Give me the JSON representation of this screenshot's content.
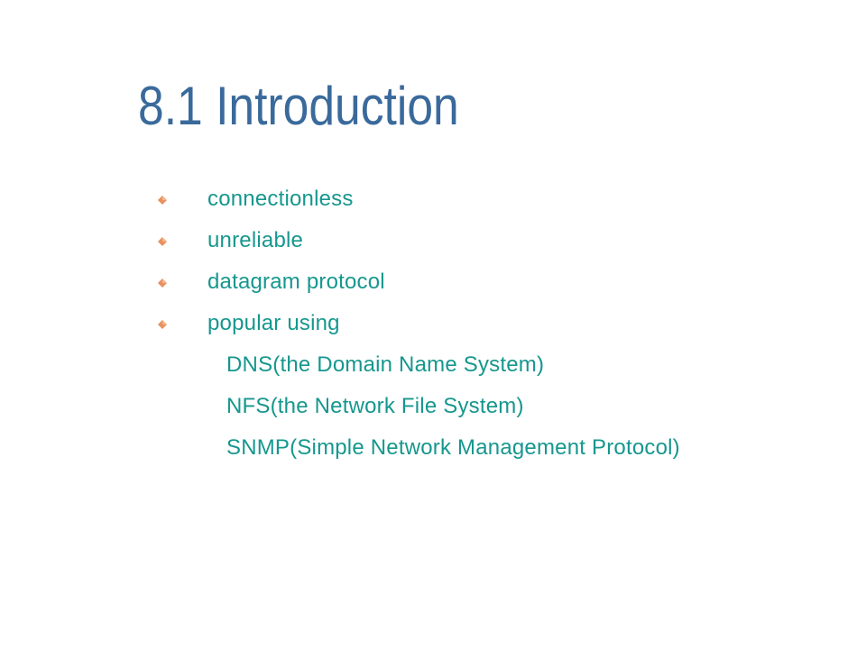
{
  "slide": {
    "title": "8.1 Introduction",
    "bullets": [
      {
        "icon": "diamond-bullet-icon",
        "text": "connectionless"
      },
      {
        "icon": "diamond-bullet-icon",
        "text": "unreliable"
      },
      {
        "icon": "diamond-bullet-icon",
        "text": "datagram protocol"
      },
      {
        "icon": "diamond-bullet-icon",
        "text": "popular using"
      }
    ],
    "sub_items": [
      "DNS(the Domain Name System)",
      "NFS(the Network File System)",
      "SNMP(Simple Network Management Protocol)"
    ]
  },
  "colors": {
    "title": "#3a6a9b",
    "body_text": "#16978e",
    "bullet": "#e8905f",
    "background": "#ffffff"
  }
}
